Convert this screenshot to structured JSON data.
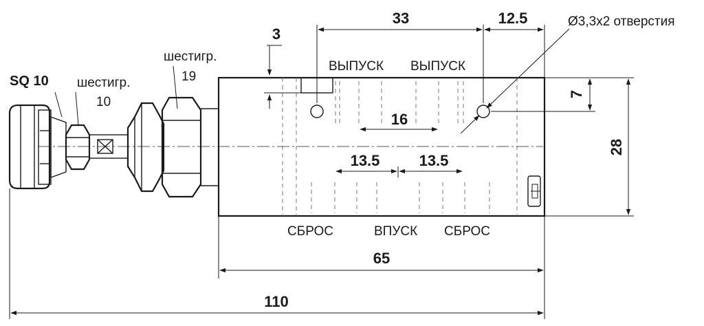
{
  "dimensions": {
    "overall_length": "110",
    "body_length": "65",
    "outlet_spacing": "33",
    "hole_offset": "12.5",
    "offset_3": "3",
    "offset_7": "7",
    "body_height": "28",
    "center_16": "16",
    "spacing_left": "13.5",
    "spacing_right": "13.5"
  },
  "labels": {
    "sq": "SQ 10",
    "hex_small_label": "шестигр.",
    "hex_small_size": "10",
    "hex_large_label": "шестигр.",
    "hex_large_size": "19",
    "holes": "Ø3,3x2 отверстия"
  },
  "ports": {
    "outlet_left": "ВЫПУСК",
    "outlet_right": "ВЫПУСК",
    "exhaust_left": "СБРОС",
    "inlet": "ВПУСК",
    "exhaust_right": "СБРОС"
  }
}
